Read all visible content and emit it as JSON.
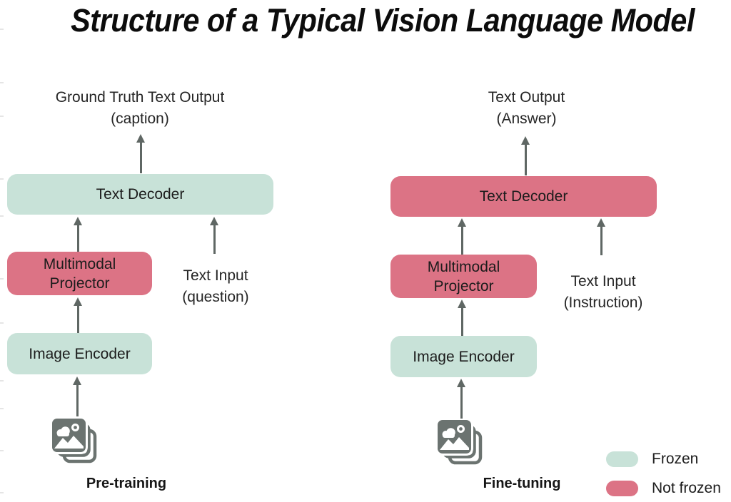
{
  "title": "Structure of a Typical Vision Language Model",
  "colors": {
    "frozen": "#c8e2d8",
    "not_frozen": "#dc7385",
    "arrow_gray": "#5f6764",
    "icon_gray": "#6b7370"
  },
  "panels": [
    {
      "caption": "Pre-training",
      "output": {
        "line1": "Ground Truth Text Output",
        "line2": "(caption)"
      },
      "nodes": {
        "decoder": {
          "label": "Text Decoder",
          "state": "frozen",
          "color": "#c8e2d8"
        },
        "projector": {
          "line1": "Multimodal",
          "line2": "Projector",
          "state": "not_frozen",
          "color": "#dc7385"
        },
        "encoder": {
          "label": "Image Encoder",
          "state": "frozen",
          "color": "#c8e2d8"
        }
      },
      "text_input": {
        "line1": "Text Input",
        "line2": "(question)"
      }
    },
    {
      "caption": "Fine-tuning",
      "output": {
        "line1": "Text Output",
        "line2": "(Answer)"
      },
      "nodes": {
        "decoder": {
          "label": "Text Decoder",
          "state": "not_frozen",
          "color": "#dc7385"
        },
        "projector": {
          "line1": "Multimodal",
          "line2": "Projector",
          "state": "not_frozen",
          "color": "#dc7385"
        },
        "encoder": {
          "label": "Image Encoder",
          "state": "frozen",
          "color": "#c8e2d8"
        }
      },
      "text_input": {
        "line1": "Text Input",
        "line2": "(Instruction)"
      }
    }
  ],
  "legend": {
    "items": [
      {
        "label": "Frozen",
        "color": "#c8e2d8"
      },
      {
        "label": "Not frozen",
        "color": "#dc7385"
      }
    ]
  }
}
